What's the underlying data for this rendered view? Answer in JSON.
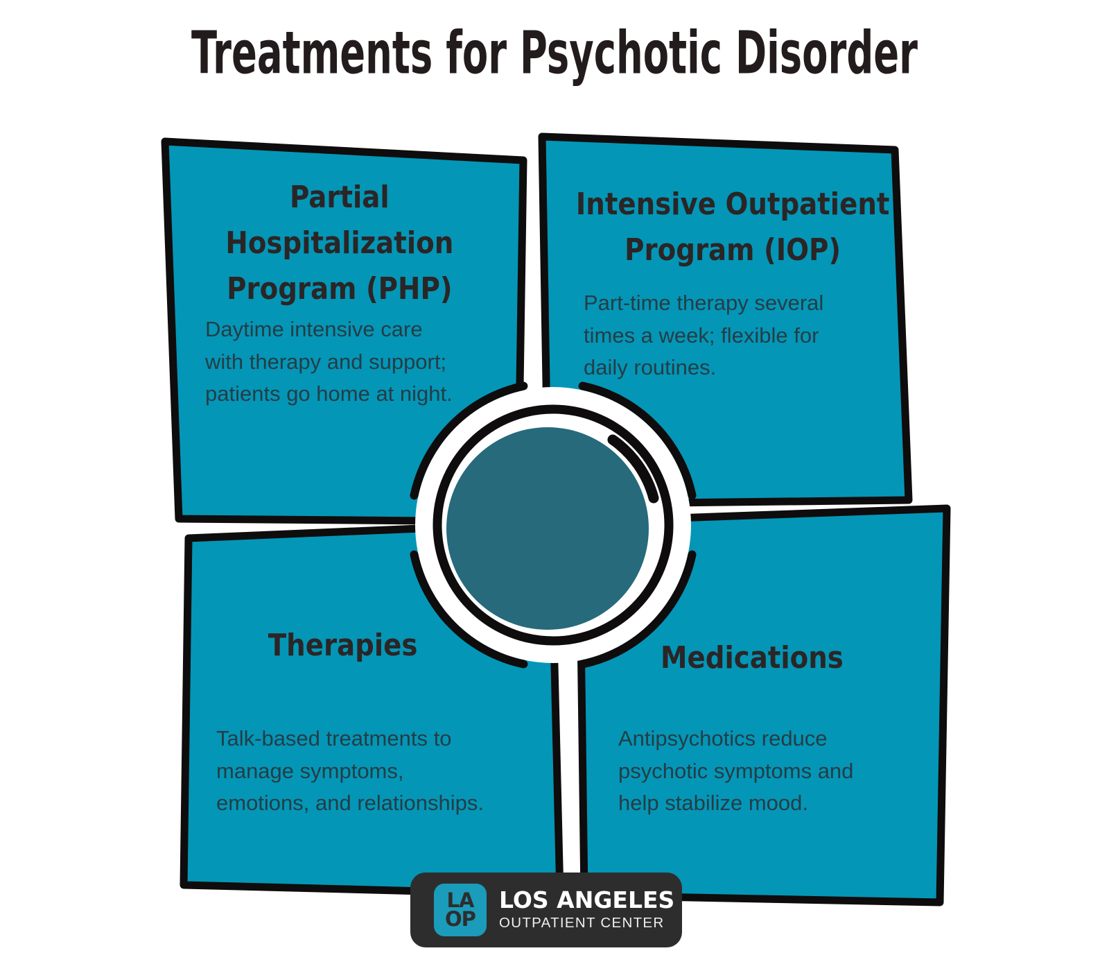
{
  "title": "Treatments for Psychotic Disorder",
  "colors": {
    "background": "#ffffff",
    "box_fill": "#0496b6",
    "outline": "#0e0c0c",
    "center_circle_fill": "#266a7c",
    "title_text": "#231c1d",
    "heading_text": "#2b2526",
    "body_text": "#243d47",
    "logo_background": "#2e2d2e",
    "logo_mark_fill": "#1a9cba"
  },
  "quadrants": [
    {
      "id": "php",
      "title": "Partial\nHospitalization\nProgram (PHP)",
      "body": "Daytime intensive care\nwith therapy and support;\npatients go home at night."
    },
    {
      "id": "iop",
      "title": "Intensive Outpatient\nProgram (IOP)",
      "body": "Part-time therapy several\ntimes a week; flexible for\ndaily routines."
    },
    {
      "id": "therapies",
      "title": "Therapies",
      "body": "Talk-based treatments to\nmanage symptoms,\nemotions, and relationships."
    },
    {
      "id": "medications",
      "title": "Medications",
      "body": "Antipsychotics reduce\npsychotic symptoms and\nhelp stabilize mood."
    }
  ],
  "logo": {
    "monogram_line1": "LA",
    "monogram_line2": "OP",
    "name": "LOS ANGELES",
    "subtitle": "OUTPATIENT CENTER"
  }
}
